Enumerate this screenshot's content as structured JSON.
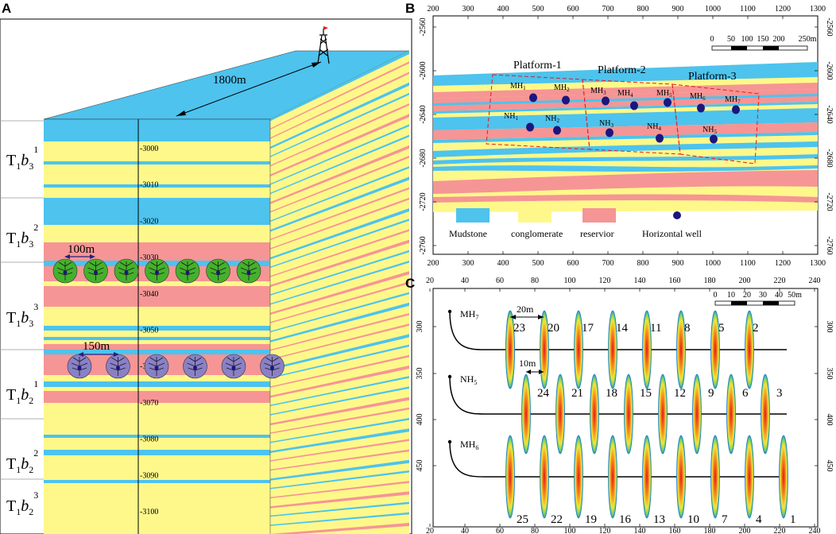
{
  "colors": {
    "mudstone": "#4dc3ee",
    "conglomerate": "#fef88a",
    "reservoir": "#f69595",
    "well": "#1b1680",
    "green": "#44b12c",
    "purple": "#8a80c6",
    "arrow": "#2a1f7a"
  },
  "panelA": {
    "label": "A",
    "distance": "1800m",
    "zones": [
      {
        "main": "T",
        "sub": "1",
        "letter": "b",
        "lsub": "3",
        "sup": "1"
      },
      {
        "main": "T",
        "sub": "1",
        "letter": "b",
        "lsub": "3",
        "sup": "2"
      },
      {
        "main": "T",
        "sub": "1",
        "letter": "b",
        "lsub": "3",
        "sup": "3"
      },
      {
        "main": "T",
        "sub": "1",
        "letter": "b",
        "lsub": "2",
        "sup": "1"
      },
      {
        "main": "T",
        "sub": "1",
        "letter": "b",
        "lsub": "2",
        "sup": "2"
      },
      {
        "main": "T",
        "sub": "1",
        "letter": "b",
        "lsub": "2",
        "sup": "3"
      }
    ],
    "depths": [
      "3000",
      "3010",
      "3020",
      "3030",
      "3040",
      "3050",
      "3060",
      "3070",
      "3080",
      "3090",
      "3100"
    ],
    "spacing_green": "100m",
    "spacing_purple": "150m",
    "green_well_count": 7,
    "purple_well_count": 6
  },
  "panelB": {
    "label": "B",
    "x_ticks": [
      "200",
      "300",
      "400",
      "500",
      "600",
      "700",
      "800",
      "900",
      "1000",
      "1100",
      "1200",
      "1300"
    ],
    "y_ticks": [
      "-2560",
      "-2600",
      "-2640",
      "-2680",
      "-2720",
      "-2760"
    ],
    "scale_labels": [
      "0",
      "50",
      "100",
      "150",
      "200",
      "250m"
    ],
    "platforms": [
      "Platform-1",
      "Platform-2",
      "Platform-3"
    ],
    "wells": [
      {
        "name": "MH",
        "sub": "1"
      },
      {
        "name": "MH",
        "sub": "2"
      },
      {
        "name": "MH",
        "sub": "3"
      },
      {
        "name": "MH",
        "sub": "4"
      },
      {
        "name": "MH",
        "sub": "5"
      },
      {
        "name": "MH",
        "sub": "6"
      },
      {
        "name": "MH",
        "sub": "7"
      },
      {
        "name": "NH",
        "sub": "1"
      },
      {
        "name": "NH",
        "sub": "2"
      },
      {
        "name": "NH",
        "sub": "3"
      },
      {
        "name": "NH",
        "sub": "4"
      },
      {
        "name": "NH",
        "sub": "5"
      }
    ],
    "legend": [
      "Mudstone",
      "conglomerate",
      "reservior",
      "Horizontal well"
    ]
  },
  "panelC": {
    "label": "C",
    "x_ticks": [
      "20",
      "40",
      "60",
      "80",
      "100",
      "120",
      "140",
      "160",
      "180",
      "200",
      "220",
      "240"
    ],
    "y_ticks": [
      "300",
      "350",
      "400",
      "450"
    ],
    "scale_labels": [
      "0",
      "10",
      "20",
      "30",
      "40",
      "50m"
    ],
    "wells": [
      {
        "name": "MH",
        "sub": "7"
      },
      {
        "name": "NH",
        "sub": "5"
      },
      {
        "name": "MH",
        "sub": "6"
      }
    ],
    "spacing_20": "20m",
    "spacing_10": "10m",
    "row1_numbers": [
      "23",
      "20",
      "17",
      "14",
      "11",
      "8",
      "5",
      "2"
    ],
    "row2_numbers": [
      "24",
      "21",
      "18",
      "15",
      "12",
      "9",
      "6",
      "3"
    ],
    "row3_numbers": [
      "25",
      "22",
      "19",
      "16",
      "13",
      "10",
      "7",
      "4",
      "1"
    ]
  }
}
